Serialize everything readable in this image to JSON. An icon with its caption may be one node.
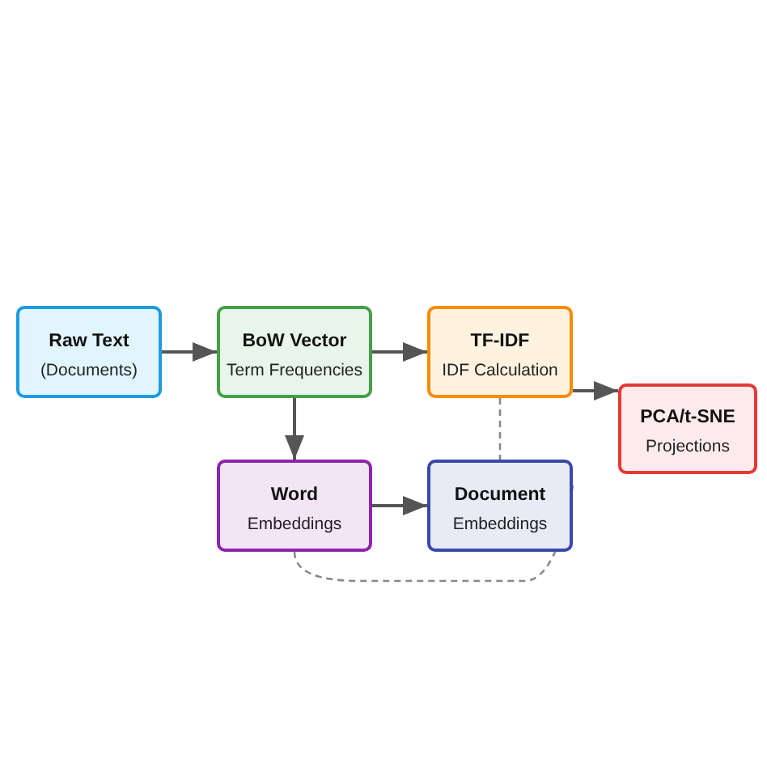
{
  "diagram": {
    "nodes": [
      {
        "text": [
          "Raw Text",
          "(Documents)"
        ]
      },
      {
        "text": [
          "BoW Vector",
          "Term Frequencies"
        ]
      },
      {
        "text": [
          "TF-IDF",
          "IDF Calculation"
        ]
      },
      {
        "text": [
          "PCA/t-SNE",
          "Projections"
        ]
      },
      {
        "text": [
          "Word",
          "Embeddings"
        ]
      },
      {
        "text": [
          "Document",
          "Embeddings"
        ]
      }
    ],
    "edges": [
      {
        "from": 0,
        "to": 1,
        "arrow": "to"
      },
      {
        "from": 1,
        "to": 2,
        "arrow": "to"
      },
      {
        "from": 2,
        "to": 3,
        "arrow": "to"
      },
      {
        "from": 1,
        "to": 4,
        "arrow": "to"
      },
      {
        "from": 4,
        "to": 5,
        "arrow": "to"
      },
      {
        "from": 2,
        "to": 5,
        "arrow": "none",
        "style": "dashed",
        "color": "#888888"
      },
      {
        "from": 4,
        "to": 5,
        "arrow": "none",
        "style": "dashed",
        "color": "#888888"
      }
    ]
  }
}
